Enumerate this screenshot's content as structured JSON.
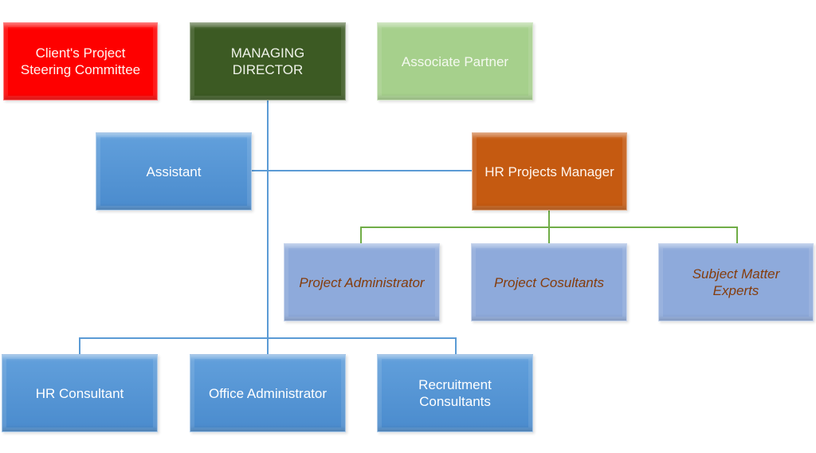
{
  "diagram": {
    "type": "org-chart",
    "colors": {
      "red": "#fe0000",
      "dark_green": "#3c5a23",
      "light_green": "#a6d08c",
      "blue": "#5b9bd5",
      "orange": "#c55a11",
      "lavender": "#8eaadb",
      "italic_text": "#843c0c",
      "blue_connector": "#5b9bd5",
      "green_connector": "#70ad47"
    },
    "top_row": {
      "client_committee": "Client's Project\nSteering Committee",
      "managing_director": "MANAGING\nDIRECTOR",
      "associate_partner": "Associate Partner"
    },
    "middle_row": {
      "assistant": "Assistant",
      "hr_projects_manager": "HR Projects Manager"
    },
    "hr_projects_reports": [
      {
        "label": "Project Administrator"
      },
      {
        "label": "Project Cosultants"
      },
      {
        "label": "Subject Matter\nExperts"
      }
    ],
    "director_reports": [
      {
        "label": "HR Consultant"
      },
      {
        "label": "Office Administrator"
      },
      {
        "label": "Recruitment\nConsultants"
      }
    ]
  }
}
